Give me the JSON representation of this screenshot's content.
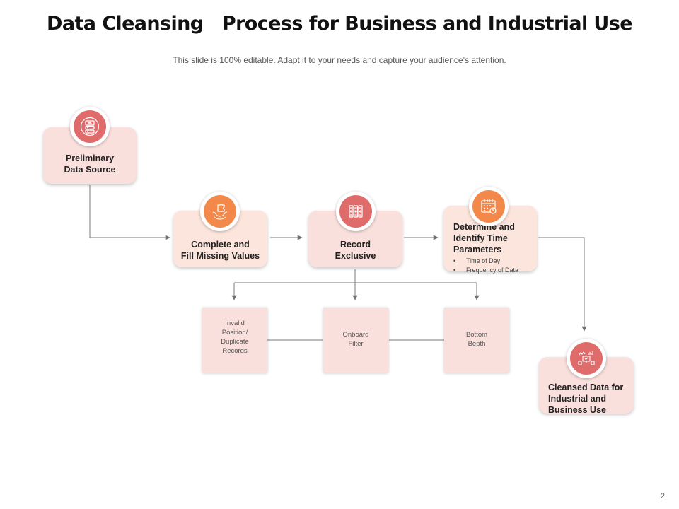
{
  "slide": {
    "title": "Data Cleansing   Process for Business and Industrial Use",
    "subtitle": "This slide is 100% editable. Adapt it to your needs and capture your audience’s attention.",
    "page_number": "2"
  },
  "steps": {
    "preliminary": {
      "label": "Preliminary\nData Source",
      "icon": "database-server-icon"
    },
    "complete": {
      "label": "Complete and\nFill Missing  Values",
      "icon": "hand-holding-puzzle-icon"
    },
    "record": {
      "label": "Record\nExclusive",
      "icon": "binders-icon"
    },
    "determine": {
      "label": "Determine and\nIdentify Time\nParameters",
      "icon": "calendar-clock-icon",
      "bullets": [
        "Time  of Day",
        "Frequency of Data"
      ]
    },
    "cleansed": {
      "label": "Cleansed Data for\nIndustrial and\nBusiness  Use",
      "icon": "monitor-network-icon"
    }
  },
  "sub_boxes": [
    {
      "label": "Invalid\nPosition/\nDuplicate\nRecords"
    },
    {
      "label": "Onboard\nFilter"
    },
    {
      "label": "Bottom\nBepth"
    }
  ],
  "colors": {
    "card_pink": "#f9e0dd",
    "card_peach": "#fce5dc",
    "icon_red": "#e06b6b",
    "icon_orange": "#f2884a",
    "connector": "#777777"
  }
}
